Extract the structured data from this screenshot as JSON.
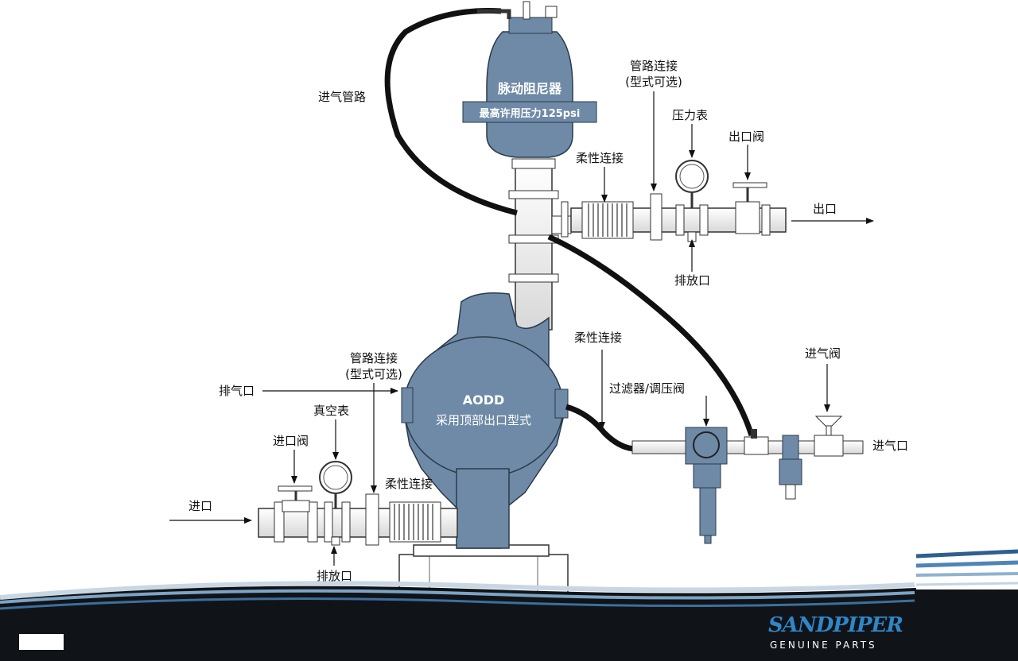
{
  "dampener": {
    "name": "脉动阻尼器",
    "rating": "最高许用压力125psi"
  },
  "pump": {
    "name": "AODD",
    "subtitle": "采用顶部出口型式"
  },
  "labels": {
    "air_line": "进气管路",
    "pipe_conn_top_1": "管路连接",
    "pipe_conn_top_2": "(型式可选)",
    "pressure_gauge": "压力表",
    "outlet_valve": "出口阀",
    "flex_conn_top": "柔性连接",
    "outlet": "出口",
    "drain_top": "排放口",
    "flex_conn_air": "柔性连接",
    "air_inlet_valve": "进气阀",
    "filter_regulator": "过滤器/调压阀",
    "air_inlet": "进气口",
    "pipe_conn_bottom_1": "管路连接",
    "pipe_conn_bottom_2": "(型式可选)",
    "exhaust": "排气口",
    "vacuum_gauge": "真空表",
    "inlet_valve": "进口阀",
    "flex_conn_bottom": "柔性连接",
    "inlet": "进口",
    "drain_bottom": "排放口"
  },
  "brand": {
    "name": "SANDPIPER",
    "tagline": "GENUINE PARTS"
  },
  "colors": {
    "body": "#6e8aa6",
    "hose": "#111111",
    "pipe": "#f2f2f2",
    "accent": "#2f86c8"
  }
}
